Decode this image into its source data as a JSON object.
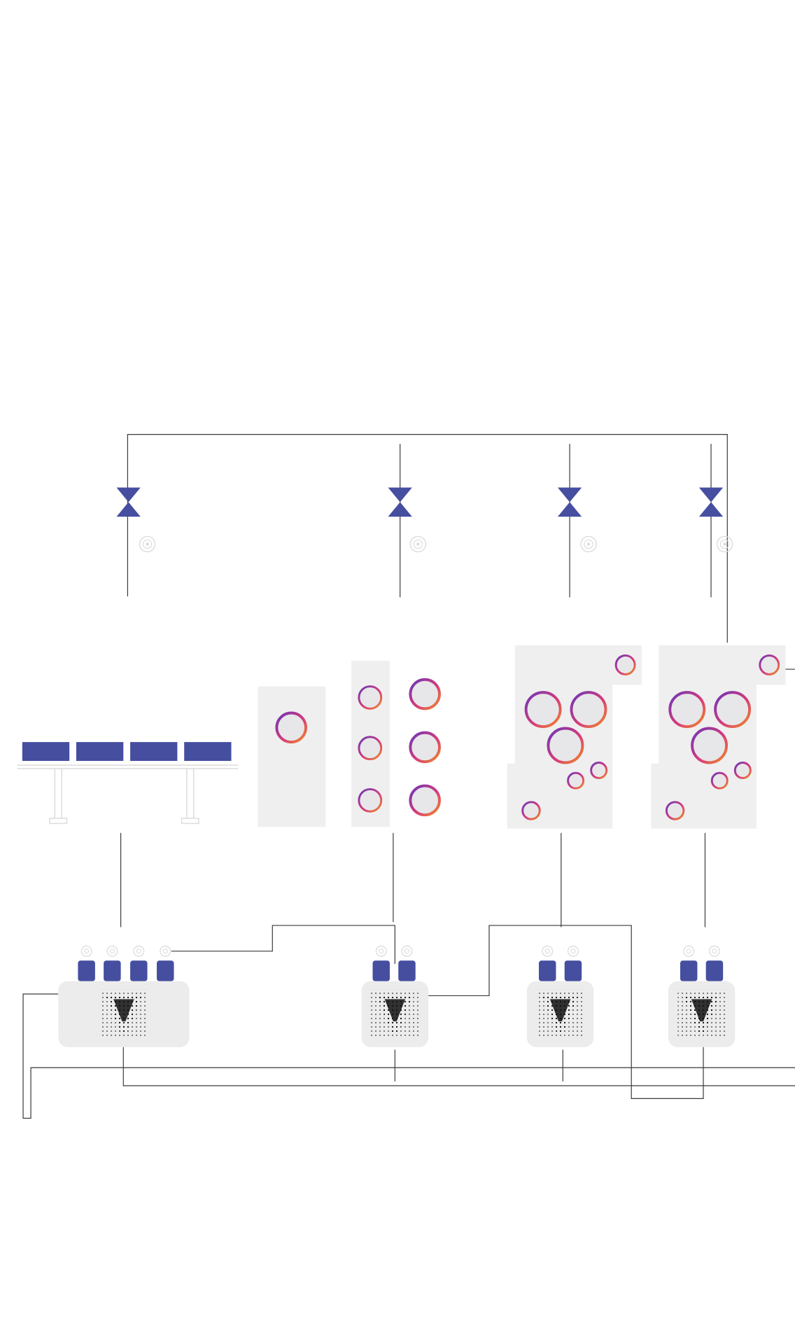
{
  "diagram": {
    "colors": {
      "background": "#ffffff",
      "pipe": "#3a3a3a",
      "valve": "#464ea0",
      "panel": "#efefef",
      "controller_body": "#ececec",
      "connector": "#464ea0",
      "gradient_start": "#6a36b8",
      "gradient_mid": "#d63a7c",
      "gradient_end": "#f08a24",
      "outline": "#dcdcdc",
      "dot": "#111111"
    },
    "valves": [
      {
        "name": "valve-1",
        "icon": "valve-icon",
        "sensor_icon": "sensor-icon"
      },
      {
        "name": "valve-2",
        "icon": "valve-icon",
        "sensor_icon": "sensor-icon"
      },
      {
        "name": "valve-3",
        "icon": "valve-icon",
        "sensor_icon": "sensor-icon"
      },
      {
        "name": "valve-4",
        "icon": "valve-icon",
        "sensor_icon": "sensor-icon"
      }
    ],
    "devices": [
      {
        "name": "bench-unit",
        "type": "bench",
        "segments": 4
      },
      {
        "name": "single-port-panel",
        "type": "panel",
        "ports": 1
      },
      {
        "name": "six-port-panel",
        "type": "panel",
        "ports": 6
      },
      {
        "name": "multi-port-panel-a",
        "type": "panel",
        "ports": 7
      },
      {
        "name": "multi-port-panel-b",
        "type": "panel",
        "ports": 7
      }
    ],
    "controllers": [
      {
        "name": "controller-4-port",
        "connectors": 4,
        "icon": "speaker-grille-icon"
      },
      {
        "name": "controller-2-port-a",
        "connectors": 2,
        "icon": "speaker-grille-icon"
      },
      {
        "name": "controller-2-port-b",
        "connectors": 2,
        "icon": "speaker-grille-icon"
      },
      {
        "name": "controller-2-port-c",
        "connectors": 2,
        "icon": "speaker-grille-icon"
      }
    ]
  }
}
